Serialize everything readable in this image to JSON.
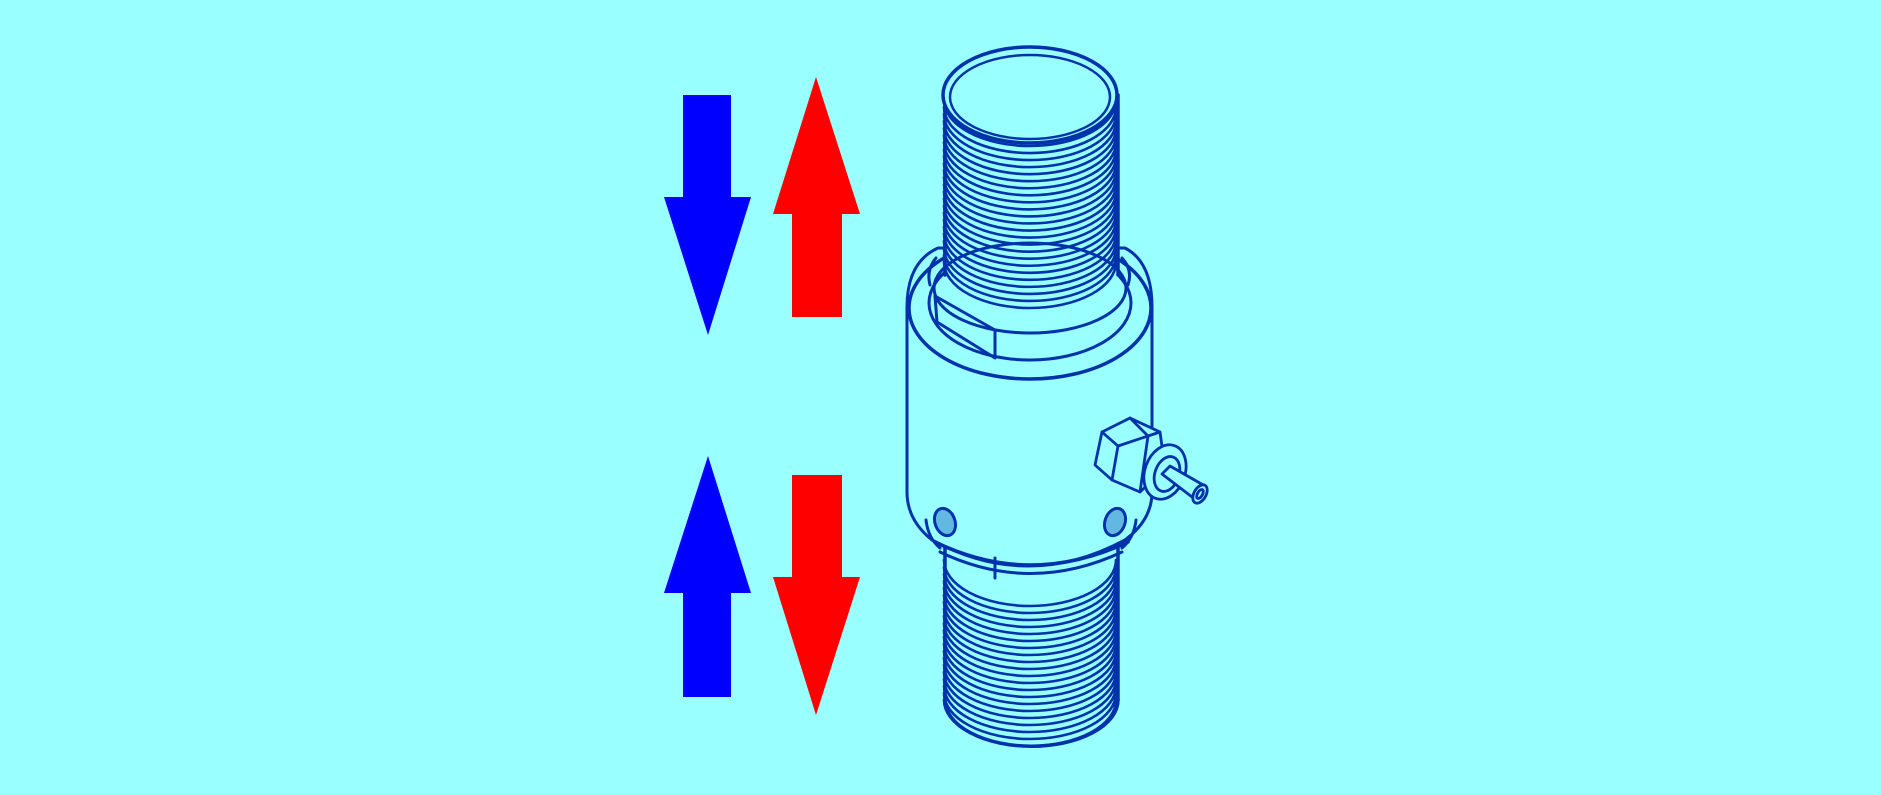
{
  "colors": {
    "background": "#99ffff",
    "outline": "#0033aa",
    "arrow_blue": "#0000ff",
    "arrow_red": "#ff0000"
  },
  "arrows": [
    {
      "position": "upper-left",
      "direction": "down",
      "color": "blue"
    },
    {
      "position": "upper-right",
      "direction": "up",
      "color": "red"
    },
    {
      "position": "lower-left",
      "direction": "up",
      "color": "blue"
    },
    {
      "position": "lower-right",
      "direction": "down",
      "color": "red"
    }
  ],
  "component": {
    "name": "threaded-load-cell",
    "icon": "threaded-cylinder-icon",
    "parts": [
      "upper-thread",
      "body",
      "cable-connector",
      "lower-thread",
      "mounting-holes"
    ]
  }
}
